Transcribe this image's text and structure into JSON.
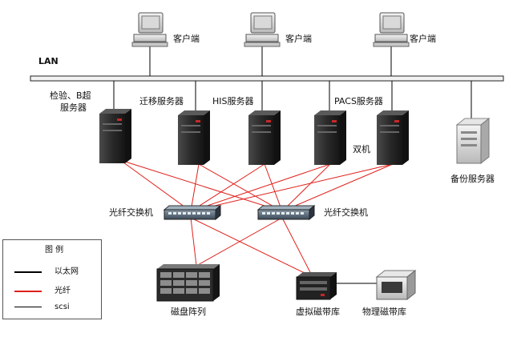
{
  "network_label": "LAN",
  "clients": [
    {
      "label": "客户端"
    },
    {
      "label": "客户端"
    },
    {
      "label": "客户端"
    }
  ],
  "servers": {
    "lab_bultrasound_line1": "检验、B超",
    "lab_bultrasound_line2": "服务器",
    "migration": "迁移服务器",
    "his": "HIS服务器",
    "pacs": "PACS服务器",
    "dual": "双机",
    "backup": "备份服务器"
  },
  "switches": {
    "left": "光纤交换机",
    "right": "光纤交换机"
  },
  "storage": {
    "disk_array": "磁盘阵列",
    "virtual_tape": "虚拟磁带库",
    "physical_tape": "物理磁带库"
  },
  "legend": {
    "title": "图 例",
    "items": [
      {
        "label": "以太网",
        "color": "#000000"
      },
      {
        "label": "光纤",
        "color": "#e0201b"
      },
      {
        "label": "scsi",
        "color": "#000000"
      }
    ]
  },
  "colors": {
    "fiber": "#e0201b",
    "ethernet": "#000000"
  }
}
